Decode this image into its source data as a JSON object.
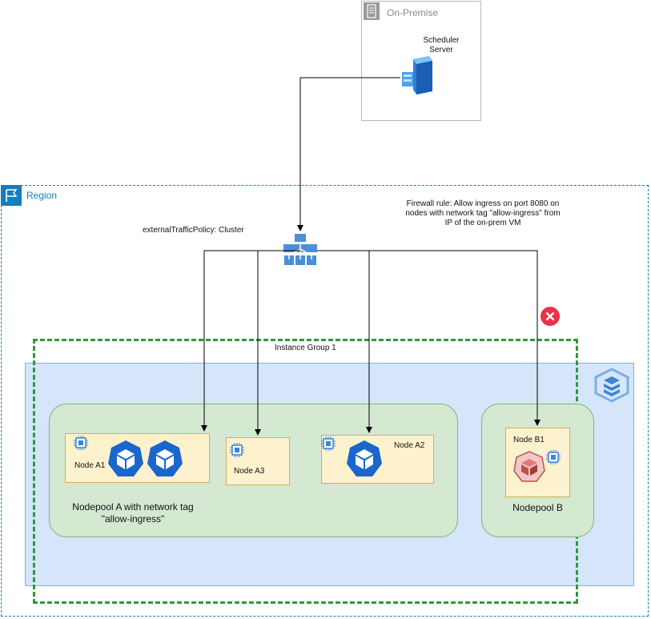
{
  "on_premise": {
    "title": "On-Premise",
    "server_label": "Scheduler Server",
    "server_icon": "server-icon",
    "box_icon": "datacenter-icon"
  },
  "region": {
    "title": "Region",
    "icon": "flag-icon",
    "accent_color": "#147eba"
  },
  "load_balancer": {
    "icon": "load-balancer-icon",
    "traffic_policy": "externalTrafficPolicy: Cluster"
  },
  "firewall": {
    "rule": "Firewall rule: Allow ingress on port 8080 on nodes with network tag \"allow-ingress\" from IP of the on-prem VM",
    "blocked_icon": "blocked-x-icon",
    "blocked_color": "#e8334a"
  },
  "instance_group": {
    "title": "Instance Group 1",
    "border_color": "#2c9b37"
  },
  "cluster_icon": "kubernetes-cluster-icon",
  "nodepools": [
    {
      "title": "Nodepool A with network tag \"allow-ingress\"",
      "nodes": [
        {
          "label": "Node A1",
          "pods": 2
        },
        {
          "label": "Node A3",
          "pods": 0
        },
        {
          "label": "Node A2",
          "pods": 1
        }
      ]
    },
    {
      "title": "Nodepool B",
      "nodes": [
        {
          "label": "Node B1",
          "pods": 1
        }
      ]
    }
  ],
  "colors": {
    "pod_blue": "#1a66cc",
    "pod_red": "#e8a0a0",
    "node_fill": "#fdf2ce",
    "nodepool_fill": "#d4e8d2",
    "area_fill": "#d5e6fa"
  }
}
